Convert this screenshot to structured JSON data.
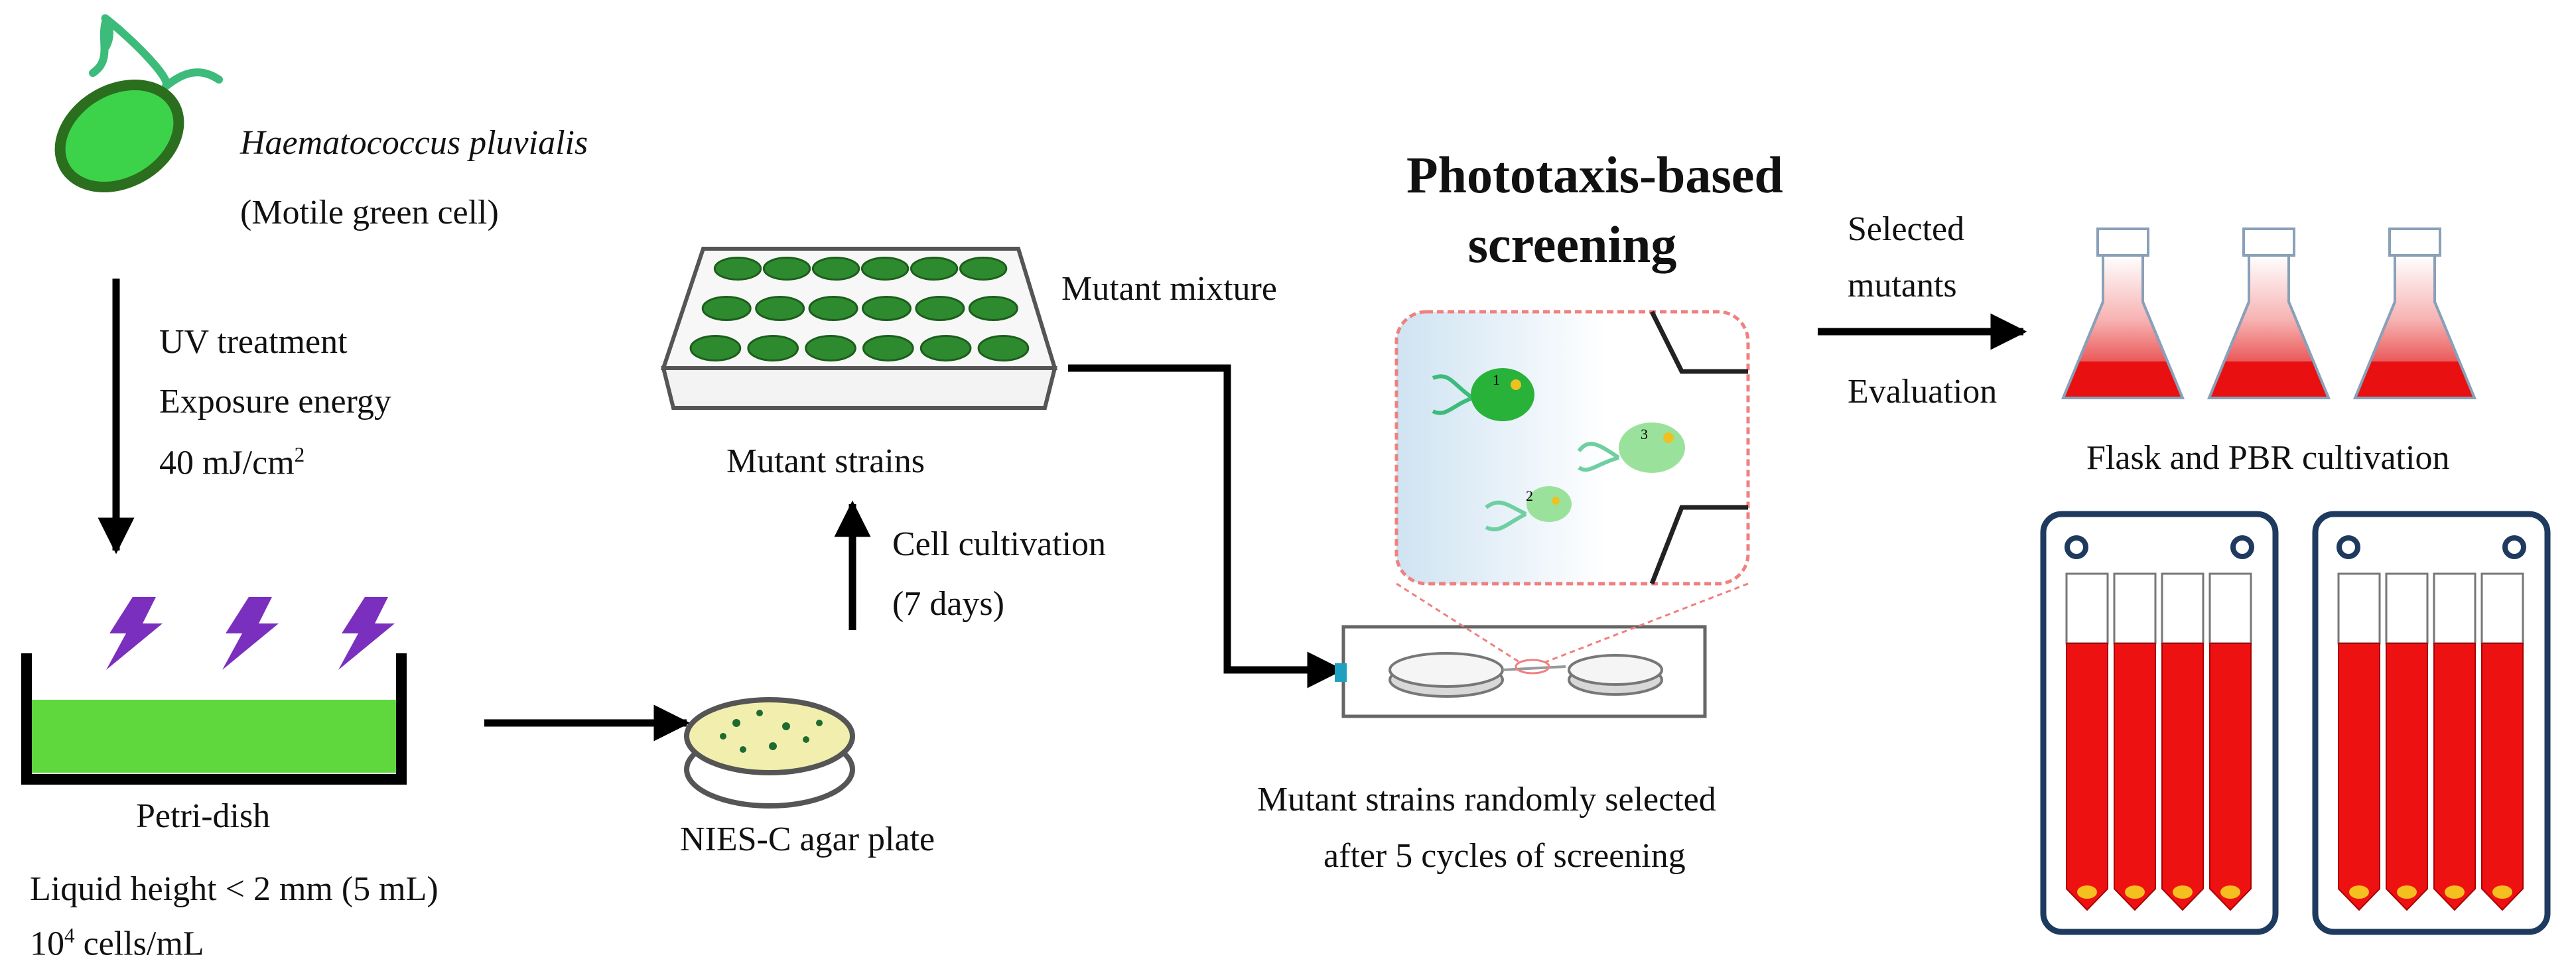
{
  "organism": {
    "name": "Haematococcus pluvialis",
    "subtitle": "(Motile green cell)"
  },
  "uv": {
    "line1": "UV treatment",
    "line2": "Exposure energy",
    "line3_value": "40 mJ/cm",
    "line3_sup": "2"
  },
  "petri": {
    "label": "Petri-dish",
    "line1": "Liquid height < 2 mm (5 mL)",
    "line2_base": "10",
    "line2_sup": "4",
    "line2_rest": " cells/mL"
  },
  "agar": {
    "label": "NIES-C agar plate"
  },
  "cultivation": {
    "line1": "Cell cultivation",
    "line2": "(7 days)"
  },
  "mutant_strains": {
    "label": "Mutant strains"
  },
  "mixture": {
    "label": "Mutant mixture"
  },
  "screening": {
    "title_line1": "Phototaxis-based",
    "title_line2": "screening",
    "cell_labels": [
      "1",
      "2",
      "3"
    ]
  },
  "random": {
    "line1": "Mutant strains randomly selected",
    "line2": "after 5 cycles of screening"
  },
  "selected": {
    "line1": "Selected",
    "line2": "mutants",
    "line3": "Evaluation"
  },
  "flask": {
    "label": "Flask and PBR cultivation"
  },
  "colors": {
    "green": "#55cc33",
    "arrow": "#000000",
    "red": "#ee1111",
    "pbr_frame": "#1f3a5f",
    "purple": "#7b2fbe",
    "agar": "#f2efae"
  }
}
